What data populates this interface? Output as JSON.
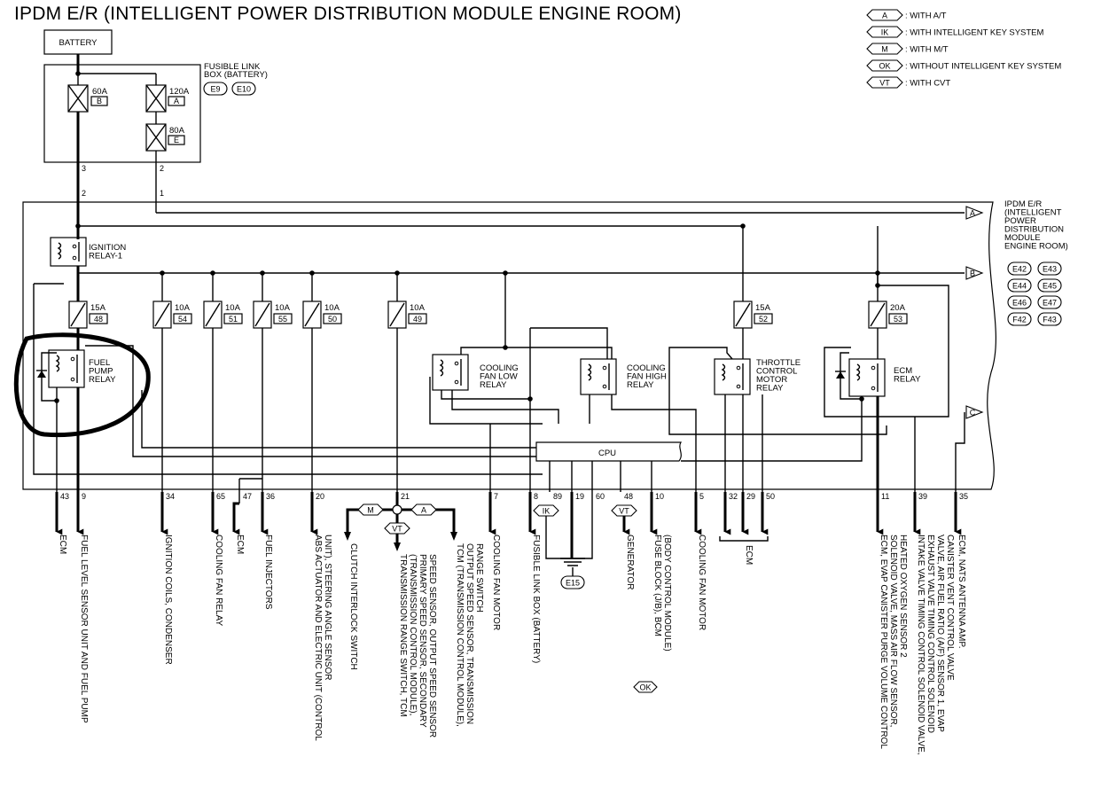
{
  "title": "IPDM E/R (INTELLIGENT POWER DISTRIBUTION MODULE ENGINE ROOM)",
  "legend": [
    {
      "code": "A",
      "text": ": WITH A/T"
    },
    {
      "code": "IK",
      "text": ": WITH INTELLIGENT KEY SYSTEM"
    },
    {
      "code": "M",
      "text": ": WITH M/T"
    },
    {
      "code": "OK",
      "text": ": WITHOUT INTELLIGENT KEY SYSTEM"
    },
    {
      "code": "VT",
      "text": ": WITH CVT"
    }
  ],
  "battery": "BATTERY",
  "fusible_link_box": {
    "label": [
      "FUSIBLE LINK",
      "BOX (BATTERY)"
    ],
    "connectors": [
      "E9",
      "E10"
    ],
    "fuses": [
      {
        "amp": "60A",
        "id": "B"
      },
      {
        "amp": "120A",
        "id": "A"
      },
      {
        "amp": "80A",
        "id": "E"
      }
    ],
    "pins": [
      "3",
      "2"
    ]
  },
  "ipdm_label": {
    "lines": [
      "IPDM E/R",
      "(INTELLIGENT",
      "POWER",
      "DISTRIBUTION",
      "MODULE",
      "ENGINE ROOM)"
    ],
    "connectors": [
      "E42",
      "E43",
      "E44",
      "E45",
      "E46",
      "E47",
      "F42",
      "F43"
    ]
  },
  "top_pins": [
    "2",
    "1"
  ],
  "relays": {
    "ignition": [
      "IGNITION",
      "RELAY-1"
    ],
    "fuel_pump": [
      "FUEL",
      "PUMP",
      "RELAY"
    ],
    "cooling_low": [
      "COOLING",
      "FAN LOW",
      "RELAY"
    ],
    "cooling_high": [
      "COOLING",
      "FAN HIGH",
      "RELAY"
    ],
    "throttle": [
      "THROTTLE",
      "CONTROL",
      "MOTOR",
      "RELAY"
    ],
    "ecm": [
      "ECM",
      "RELAY"
    ]
  },
  "fuses": [
    {
      "amp": "15A",
      "no": "48"
    },
    {
      "amp": "10A",
      "no": "54"
    },
    {
      "amp": "10A",
      "no": "51"
    },
    {
      "amp": "10A",
      "no": "55"
    },
    {
      "amp": "10A",
      "no": "50"
    },
    {
      "amp": "10A",
      "no": "49"
    },
    {
      "amp": "15A",
      "no": "52"
    },
    {
      "amp": "20A",
      "no": "53"
    }
  ],
  "cpu": "CPU",
  "arrows": [
    "A",
    "B",
    "C"
  ],
  "pins": [
    "43",
    "9",
    "34",
    "65",
    "47",
    "36",
    "20",
    "21",
    "7",
    "8",
    "89",
    "19",
    "60",
    "48",
    "10",
    "5",
    "32",
    "29",
    "50",
    "11",
    "39",
    "35"
  ],
  "sub_tags": {
    "m": "M",
    "a": "A",
    "vt_21": "VT",
    "ik": "IK",
    "vt_48": "VT",
    "ok": "OK",
    "ground": "E15"
  },
  "destinations": {
    "d43": [
      "ECM"
    ],
    "d9": [
      "FUEL LEVEL SENSOR UNIT AND FUEL PUMP"
    ],
    "d34": [
      "IGNITION COILS, CONDENSER"
    ],
    "d65": [
      "COOLING FAN RELAY"
    ],
    "d47": [
      "ECM"
    ],
    "d36": [
      "FUEL INJECTORS"
    ],
    "d20": [
      "ABS ACTUATOR AND ELECTRIC UNIT (CONTROL",
      "UNIT), STEERING ANGLE SENSOR"
    ],
    "dclutch": [
      "CLUTCH INTERLOCK SWITCH"
    ],
    "dtrans": [
      "TRANSMISSION RANGE SWITCH, TCM",
      "(TRANSMISSION CONTROL MODULE),",
      "PRIMARY SPEED SENSOR, SECONDARY",
      "SPEED SENSOR, OUTPUT SPEED SENSOR"
    ],
    "dtcm": [
      "TCM (TRANSMISSION CONTROL MODULE),",
      "OUTPUT SPEED SENSOR, TRANSMISSION",
      "RANGE SWITCH"
    ],
    "d7": [
      "COOLING FAN MOTOR"
    ],
    "d8": [
      "FUSIBLE LINK BOX (BATTERY)"
    ],
    "d48": [
      "GENERATOR"
    ],
    "d10": [
      "FUSE BLOCK (J/B), BCM",
      "(BODY CONTROL MODULE)"
    ],
    "d5": [
      "COOLING FAN MOTOR"
    ],
    "decm3": [
      "ECM"
    ],
    "d11": [
      "ECM, EVAP CANISTER PURGE VOLUME CONTROL",
      "SOLENOID VALVE, MASS AIR FLOW SENSOR,",
      "HEATED OXYGEN SENSOR 2"
    ],
    "d39": [
      "INTAKE VALVE TIMING CONTROL SOLENOID VALVE,",
      "EXHAUST VALVE TIMING CONTROL SOLENOID",
      "VALVE, AIR FUEL RATIO (A/F) SENSOR 1, EVAP",
      "CANISTER VENT CONTROL VALVE"
    ],
    "d35": [
      "ECM, NATS ANTENNA AMP."
    ]
  }
}
